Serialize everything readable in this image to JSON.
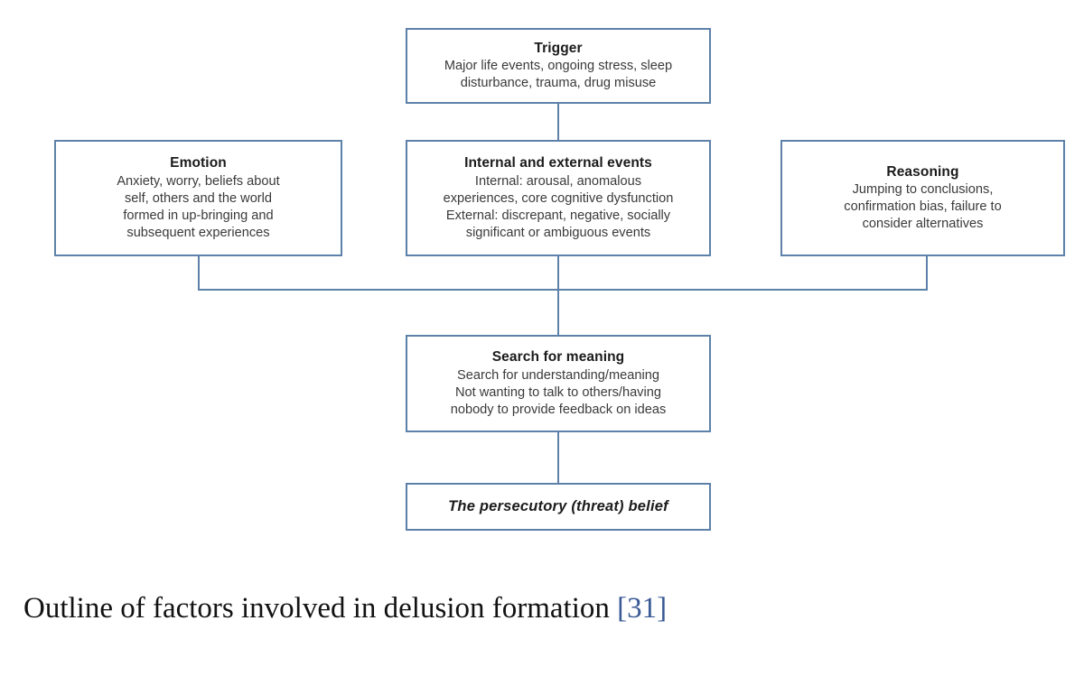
{
  "figure": {
    "title": "Outline of factors involved in delusion formation",
    "reference": "[31]",
    "colors": {
      "border": "#5d81a8",
      "connector": "#5d81a8",
      "background": "#ffffff",
      "title_text": "#1b1b1b",
      "body_text": "#3a3a3a",
      "reference_link": "#3a5a96"
    },
    "nodes": {
      "trigger": {
        "title": "Trigger",
        "body": "Major life events, ongoing stress, sleep\ndisturbance, trauma, drug misuse"
      },
      "emotion": {
        "title": "Emotion",
        "body": "Anxiety, worry, beliefs about\nself, others and the world\nformed in up-bringing and\nsubsequent experiences"
      },
      "events": {
        "title": "Internal and external events",
        "body": "Internal: arousal, anomalous\nexperiences, core cognitive dysfunction\nExternal: discrepant, negative, socially\nsignificant or ambiguous events"
      },
      "reasoning": {
        "title": "Reasoning",
        "body": "Jumping to conclusions,\nconfirmation bias, failure to\nconsider alternatives"
      },
      "search": {
        "title": "Search for meaning",
        "body": "Search for understanding/meaning\nNot wanting to talk to others/having\nnobody to provide feedback on ideas"
      },
      "belief": {
        "title": "The persecutory (threat) belief",
        "body": ""
      }
    }
  }
}
